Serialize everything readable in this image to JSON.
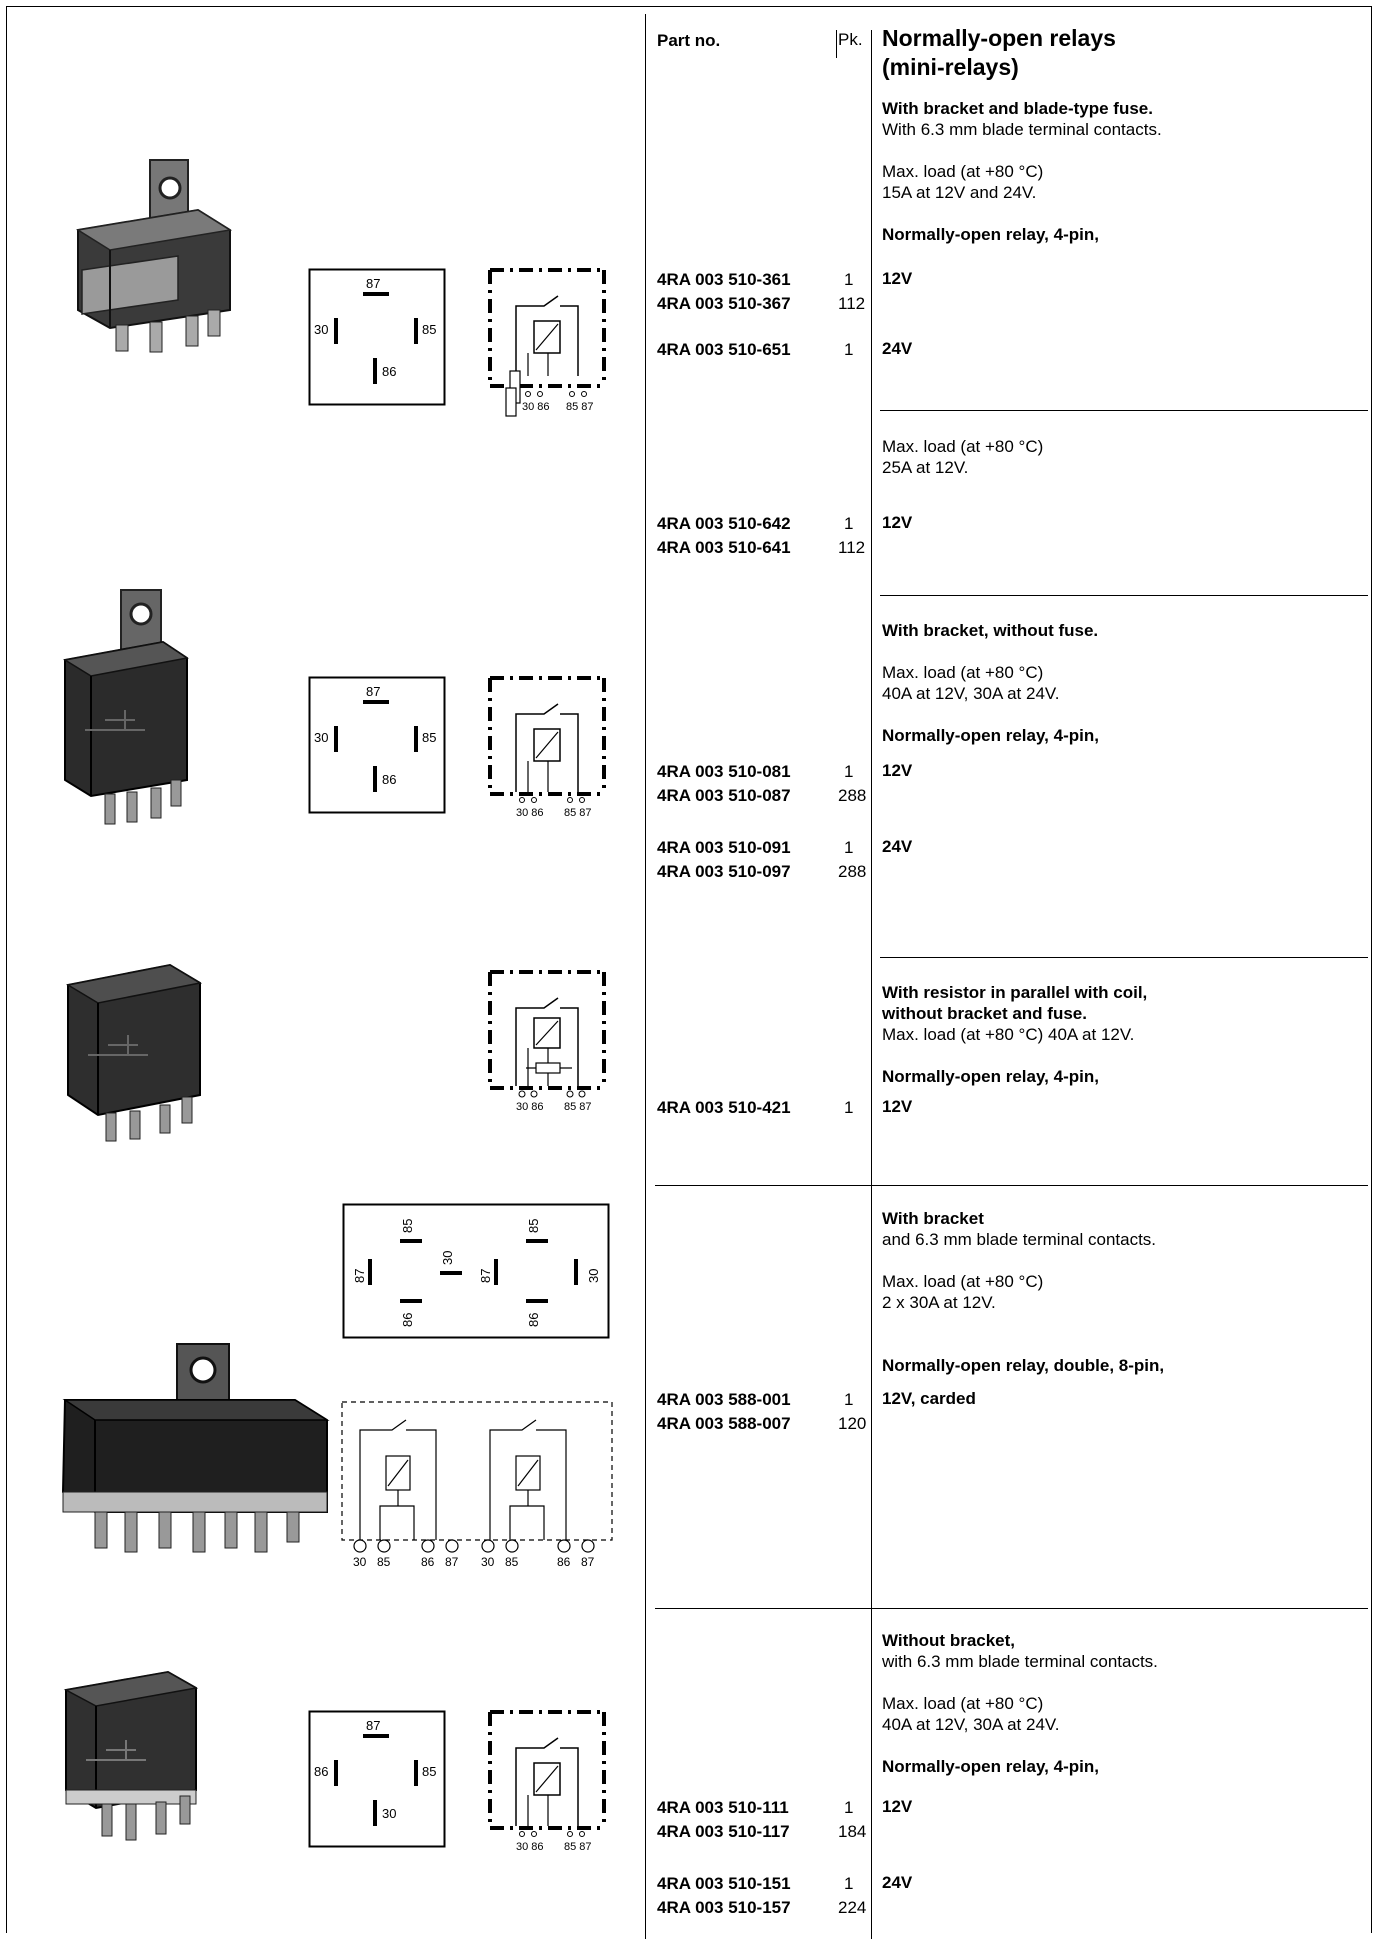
{
  "header": {
    "part_label": "Part no.",
    "pk_label": "Pk.",
    "title_line1": "Normally-open relays",
    "title_line2": "(mini-relays)"
  },
  "sections": [
    {
      "subtitle": "With bracket and blade-type fuse.",
      "desc": "With 6.3 mm blade terminal contacts.",
      "load1": "Max. load (at +80 °C)",
      "load2": "15A at 12V and 24V.",
      "type": "Normally-open relay, 4-pin,",
      "groups": [
        {
          "parts": [
            "4RA 003 510-361",
            "4RA 003 510-367"
          ],
          "pks": [
            "1",
            "112"
          ],
          "voltage": "12V"
        },
        {
          "parts": [
            "4RA 003 510-651"
          ],
          "pks": [
            "1"
          ],
          "voltage": "24V"
        }
      ]
    },
    {
      "load1": "Max. load (at +80 °C)",
      "load2": "25A at 12V.",
      "groups": [
        {
          "parts": [
            "4RA 003 510-642",
            "4RA 003 510-641"
          ],
          "pks": [
            "1",
            "112"
          ],
          "voltage": "12V"
        }
      ]
    },
    {
      "subtitle": "With bracket, without fuse.",
      "load1": "Max. load (at +80 °C)",
      "load2": "40A at 12V, 30A at 24V.",
      "type": "Normally-open relay, 4-pin,",
      "groups": [
        {
          "parts": [
            "4RA 003 510-081",
            "4RA 003 510-087"
          ],
          "pks": [
            "1",
            "288"
          ],
          "voltage": "12V"
        },
        {
          "parts": [
            "4RA 003 510-091",
            "4RA 003 510-097"
          ],
          "pks": [
            "1",
            "288"
          ],
          "voltage": "24V"
        }
      ]
    },
    {
      "subtitle1": "With resistor in parallel with coil,",
      "subtitle2": "without bracket and fuse.",
      "load1": "Max. load (at +80 °C) 40A at 12V.",
      "type": "Normally-open relay, 4-pin,",
      "groups": [
        {
          "parts": [
            "4RA 003 510-421"
          ],
          "pks": [
            "1"
          ],
          "voltage": "12V"
        }
      ]
    },
    {
      "subtitle": "With bracket",
      "desc": "and 6.3 mm blade terminal contacts.",
      "load1": "Max. load (at +80 °C)",
      "load2": "2 x 30A at 12V.",
      "type": "Normally-open relay, double, 8-pin,",
      "groups": [
        {
          "parts": [
            "4RA 003 588-001",
            "4RA 003 588-007"
          ],
          "pks": [
            "1",
            "120"
          ],
          "voltage": "12V, carded"
        }
      ]
    },
    {
      "subtitle": "Without bracket,",
      "desc": "with 6.3 mm blade terminal contacts.",
      "load1": "Max. load (at +80 °C)",
      "load2": "40A at 12V, 30A at 24V.",
      "type": "Normally-open relay, 4-pin,",
      "groups": [
        {
          "parts": [
            "4RA 003 510-111",
            "4RA 003 510-117"
          ],
          "pks": [
            "1",
            "184"
          ],
          "voltage": "12V"
        },
        {
          "parts": [
            "4RA 003 510-151",
            "4RA 003 510-157"
          ],
          "pks": [
            "1",
            "224"
          ],
          "voltage": "24V"
        }
      ]
    }
  ],
  "diagrams": {
    "pin_30": "30",
    "pin_85": "85",
    "pin_86": "86",
    "pin_87": "87",
    "circuit_labels_a": "30 86",
    "circuit_labels_b": "85 87",
    "double_labels": [
      "30",
      "85",
      "86",
      "87",
      "30",
      "85",
      "86",
      "87"
    ]
  }
}
